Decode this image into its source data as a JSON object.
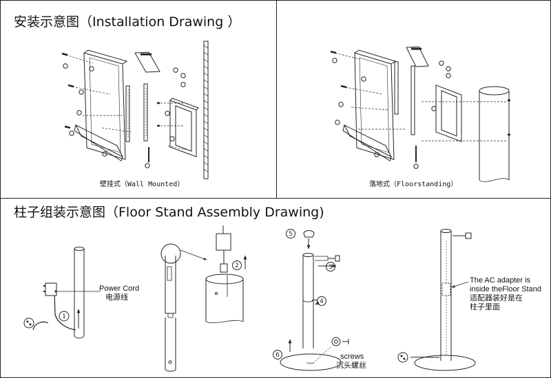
{
  "sections": {
    "installation": {
      "title": "安装示意图（Installation Drawing ）",
      "wall_caption": "壁挂式（Wall Mounted）",
      "floor_caption": "落地式（Floorstanding）"
    },
    "floor_stand": {
      "title": "柱子组装示意图（Floor Stand Assembly Drawing)",
      "power_cord_en": "Power Cord",
      "power_cord_cn": "电源线",
      "screws_en": "screws",
      "screws_cn": "沉头螺丝",
      "adapter_note": [
        "The AC adapter is",
        "inside theFloor Stand",
        "适配器装好是在",
        "柱子里面"
      ],
      "step_numbers": [
        "1",
        "2",
        "3",
        "4",
        "5",
        "6"
      ]
    }
  }
}
